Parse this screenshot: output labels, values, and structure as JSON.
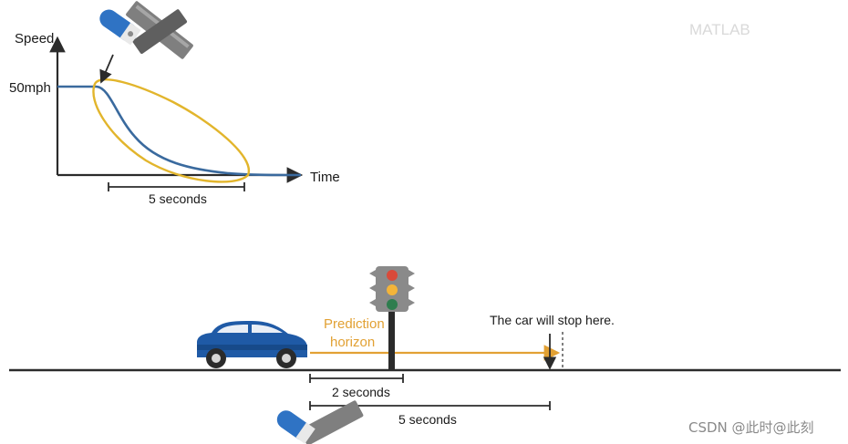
{
  "graph": {
    "y_axis_label": "Speed",
    "x_axis_label": "Time",
    "speed_tick": "50mph",
    "interval_label": "5 seconds"
  },
  "scene": {
    "prediction_label_line1": "Prediction",
    "prediction_label_line2": "horizon",
    "stop_note": "The car will stop here.",
    "short_interval": "2 seconds",
    "long_interval": "5 seconds"
  },
  "watermark": {
    "top_right_text": "MATLAB",
    "bottom_right_text": "CSDN @此时@此刻"
  },
  "colors": {
    "speed_curve": "#3a6a9e",
    "prediction": "#e2a134",
    "car_body": "#1f5aa6",
    "ground": "#2b2b2b",
    "traffic_light_red": "#d94a3a",
    "traffic_light_yellow": "#f3b43a",
    "traffic_light_green": "#2e7d4e"
  },
  "icons": [
    "matlab-sim-icon",
    "car-icon",
    "traffic-light-icon"
  ]
}
